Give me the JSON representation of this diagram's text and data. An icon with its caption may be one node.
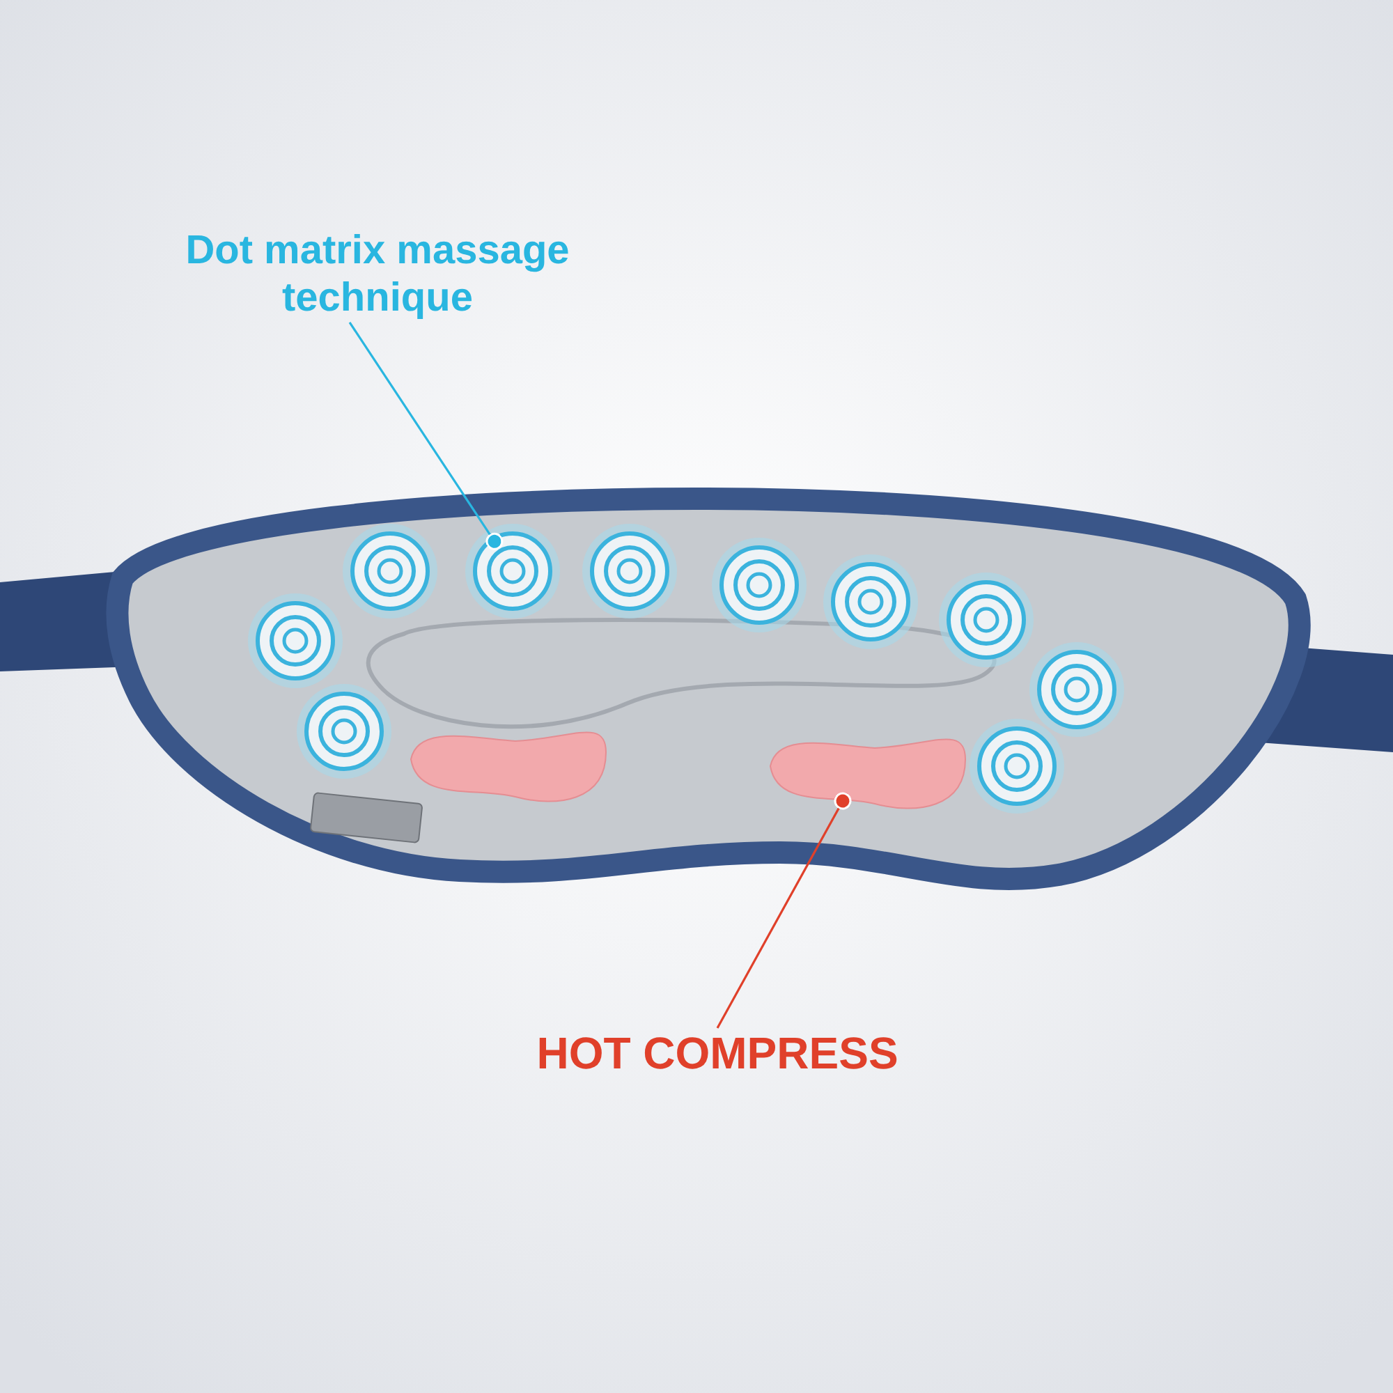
{
  "diagram": {
    "nodes": [
      {
        "text": [
          "Dot matrix massage technique"
        ]
      },
      {
        "text": [],
        "shape": "circle"
      },
      {
        "text": [
          "HOT COMPRESS"
        ]
      },
      {
        "text": [],
        "shape": "pad"
      }
    ],
    "edges": [
      {
        "from": 0,
        "to": 1,
        "arrow": "other",
        "color": "#29b6e0"
      },
      {
        "from": 2,
        "to": 3,
        "arrow": "other",
        "color": "#e0402a"
      }
    ]
  }
}
